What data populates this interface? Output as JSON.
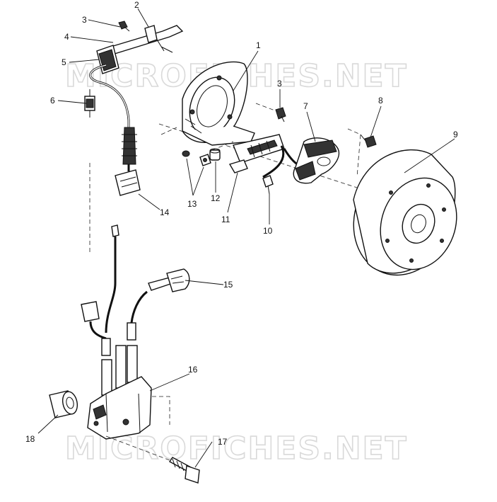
{
  "watermark": {
    "top": "MICROFICHES.NET",
    "bottom": "MICROFICHES.NET"
  },
  "callouts": [
    "1",
    "2",
    "3",
    "3",
    "4",
    "5",
    "6",
    "7",
    "8",
    "9",
    "10",
    "11",
    "12",
    "13",
    "14",
    "15",
    "16",
    "17",
    "18"
  ]
}
